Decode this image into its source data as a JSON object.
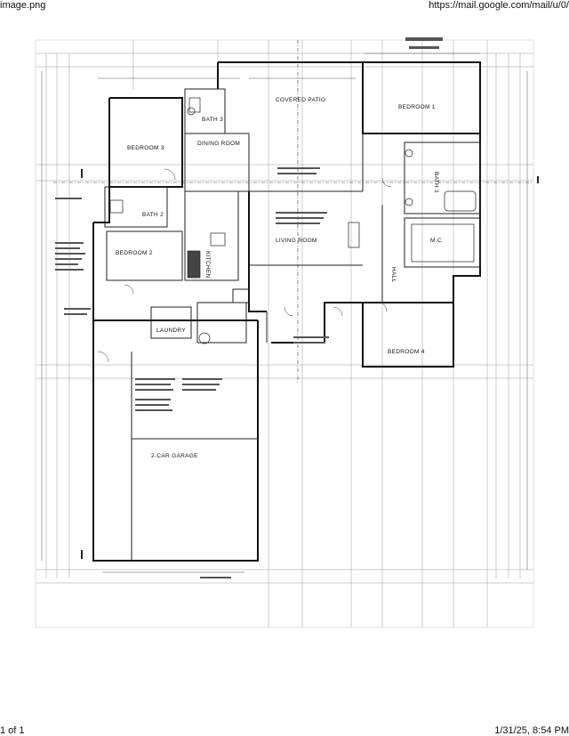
{
  "header": {
    "filename": "image.png",
    "url": "https://mail.google.com/mail/u/0/"
  },
  "footer": {
    "page": "1 of 1",
    "datetime": "1/31/25, 8:54 PM"
  },
  "rooms": {
    "covered_patio": "COVERED PATIO",
    "bedroom_1": "BEDROOM 1",
    "bedroom_3": "BEDROOM 3",
    "bath_3": "BATH 3",
    "dining_room": "DINING ROOM",
    "bath_2": "BATH 2",
    "bath_1": "BATH 1",
    "living_room": "LIVING ROOM",
    "mc": "M.C.",
    "bedroom_2": "BEDROOM 2",
    "kitchen": "KITCHEN",
    "hall": "HALL",
    "laundry": "LAUNDRY",
    "bedroom_4": "BEDROOM 4",
    "garage": "2-CAR GARAGE"
  },
  "colors": {
    "line": "#111111",
    "grid": "#9a9a9a",
    "background": "#ffffff"
  }
}
